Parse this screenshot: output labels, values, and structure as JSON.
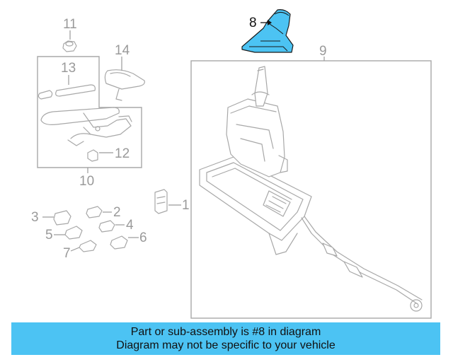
{
  "diagram": {
    "callouts": {
      "c1": "1",
      "c2": "2",
      "c3": "3",
      "c4": "4",
      "c5": "5",
      "c6": "6",
      "c7": "7",
      "c8": "8",
      "c9": "9",
      "c10": "10",
      "c11": "11",
      "c12": "12",
      "c13": "13",
      "c14": "14"
    },
    "highlighted_part": "8",
    "highlight_color": "#4cc3f3"
  },
  "banner": {
    "line1": "Part or sub-assembly is #8 in diagram",
    "line2": "Diagram may not be specific to your vehicle",
    "background": "#4cc3f3"
  }
}
